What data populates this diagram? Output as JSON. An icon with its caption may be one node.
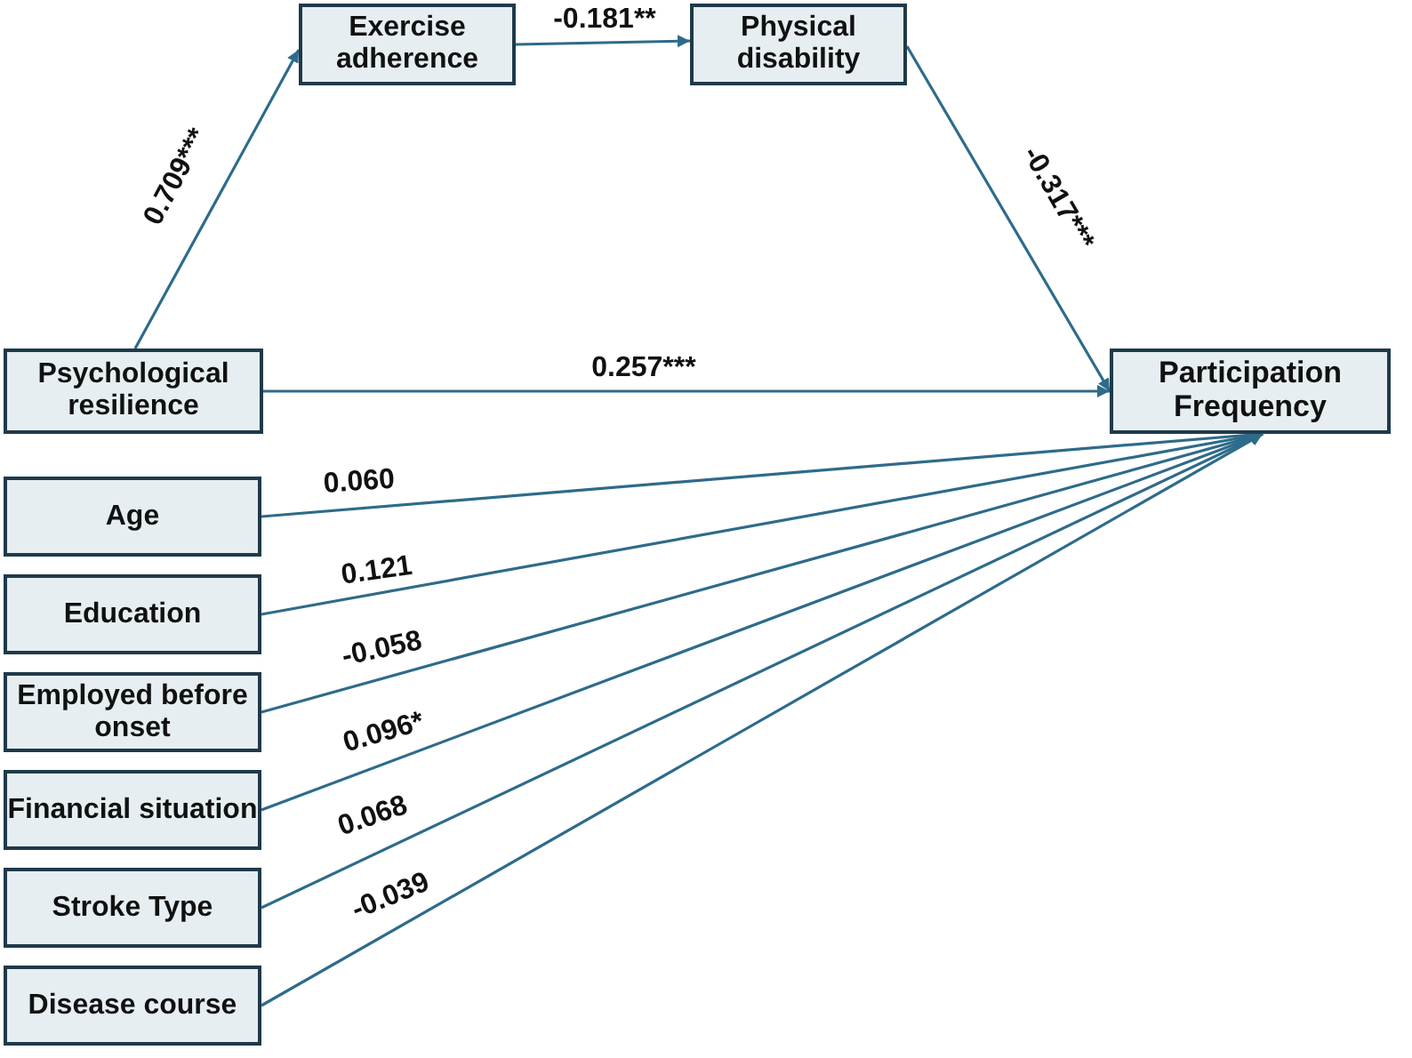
{
  "diagram": {
    "nodes": [
      {
        "text": [
          "Exercise adherence"
        ]
      },
      {
        "text": [
          "Physical disability"
        ]
      },
      {
        "text": [
          "Psychological resilience"
        ]
      },
      {
        "text": [
          "Participation Frequency"
        ]
      },
      {
        "text": [
          "Age"
        ]
      },
      {
        "text": [
          "Education"
        ]
      },
      {
        "text": [
          "Employed before onset"
        ]
      },
      {
        "text": [
          "Financial situation"
        ]
      },
      {
        "text": [
          "Stroke Type"
        ]
      },
      {
        "text": [
          "Disease course"
        ]
      }
    ],
    "edges": [
      {
        "from": 2,
        "to": 0,
        "arrow": "to",
        "label": "0.709***"
      },
      {
        "from": 0,
        "to": 1,
        "arrow": "to",
        "label": "-0.181**"
      },
      {
        "from": 1,
        "to": 3,
        "arrow": "to",
        "label": "-0.317***"
      },
      {
        "from": 2,
        "to": 3,
        "arrow": "to",
        "label": "0.257***"
      },
      {
        "from": 4,
        "to": 3,
        "arrow": "to",
        "label": "0.060"
      },
      {
        "from": 5,
        "to": 3,
        "arrow": "to",
        "label": "0.121"
      },
      {
        "from": 6,
        "to": 3,
        "arrow": "to",
        "label": "-0.058"
      },
      {
        "from": 7,
        "to": 3,
        "arrow": "to",
        "label": "0.096*"
      },
      {
        "from": 8,
        "to": 3,
        "arrow": "to",
        "label": "0.068"
      },
      {
        "from": 9,
        "to": 3,
        "arrow": "to",
        "label": "-0.039"
      }
    ]
  }
}
